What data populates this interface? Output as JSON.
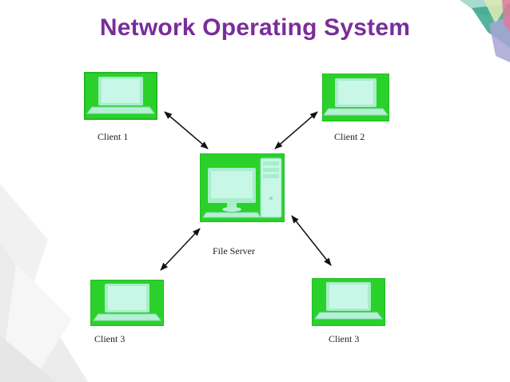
{
  "slide": {
    "title": "Network Operating System"
  },
  "diagram": {
    "nodes": [
      {
        "id": "client-1",
        "label": "Client 1",
        "kind": "laptop"
      },
      {
        "id": "client-2",
        "label": "Client 2",
        "kind": "laptop"
      },
      {
        "id": "file-server",
        "label": "File Server",
        "kind": "desktop"
      },
      {
        "id": "client-3a",
        "label": "Client 3",
        "kind": "laptop"
      },
      {
        "id": "client-3b",
        "label": "Client 3",
        "kind": "laptop"
      }
    ],
    "edges": [
      {
        "from": "client-1",
        "to": "file-server",
        "bidirectional": true
      },
      {
        "from": "client-2",
        "to": "file-server",
        "bidirectional": true
      },
      {
        "from": "client-3a",
        "to": "file-server",
        "bidirectional": true
      },
      {
        "from": "client-3b",
        "to": "file-server",
        "bidirectional": true
      }
    ]
  },
  "colors": {
    "title": "#7a2d9a",
    "node_fill": "#2bd12b",
    "screen": "#c8f7e8"
  }
}
